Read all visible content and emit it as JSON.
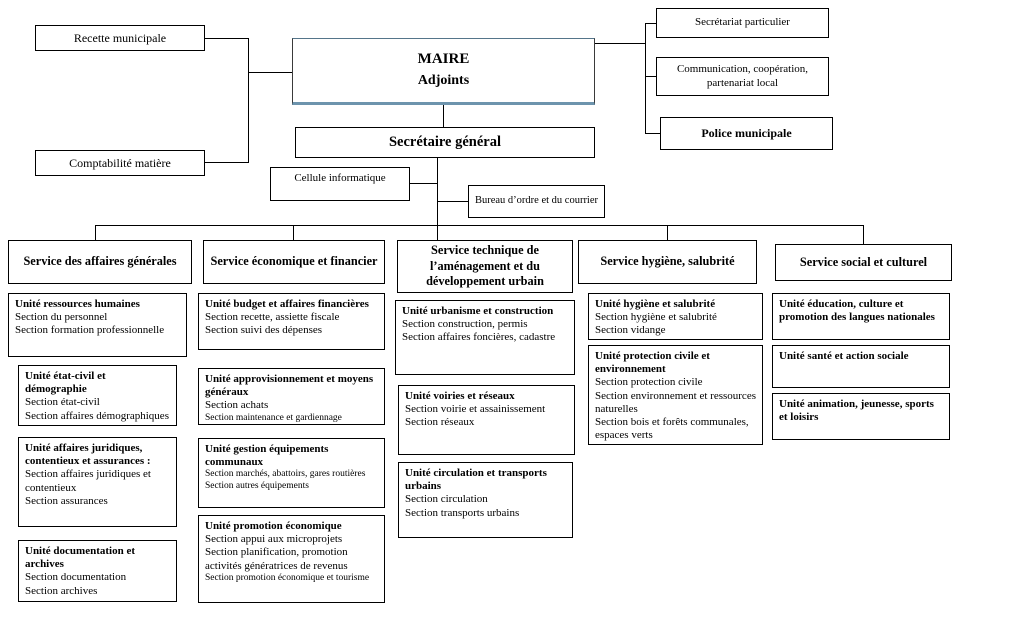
{
  "org": {
    "maire": {
      "title": "MAIRE",
      "subtitle": "Adjoints"
    },
    "left_boxes": {
      "recette": "Recette municipale",
      "comptabilite": "Comptabilité matière"
    },
    "right_boxes": {
      "secretariat": "Secrétariat particulier",
      "communication": "Communication, coopération, partenariat local",
      "police": "Police municipale"
    },
    "secretaire_general": "Secrétaire général",
    "staff_boxes": {
      "cellule": "Cellule informatique",
      "bureau": "Bureau d’ordre et du courrier"
    },
    "services": [
      {
        "title": "Service des affaires générales",
        "units": [
          {
            "title": "Unité ressources humaines",
            "sections": [
              "Section du personnel",
              "Section formation professionnelle"
            ]
          },
          {
            "title": "Unité état-civil et démographie",
            "sections": [
              "Section état-civil",
              "Section affaires démographiques"
            ]
          },
          {
            "title": "Unité affaires juridiques, contentieux et assurances :",
            "sections": [
              "Section affaires juridiques et contentieux",
              "Section assurances"
            ]
          },
          {
            "title": "Unité documentation et archives",
            "sections": [
              "Section documentation",
              "Section archives"
            ]
          }
        ]
      },
      {
        "title": "Service économique et financier",
        "units": [
          {
            "title": "Unité budget et affaires financières",
            "sections": [
              "Section recette, assiette fiscale",
              "Section suivi des dépenses"
            ]
          },
          {
            "title": "Unité approvisionnement et moyens généraux",
            "sections": [
              "Section achats",
              "Section maintenance et gardiennage"
            ]
          },
          {
            "title": "Unité gestion équipements communaux",
            "sections": [
              "Section marchés, abattoirs, gares routières",
              "Section autres équipements"
            ]
          },
          {
            "title": "Unité promotion économique",
            "sections": [
              "Section appui aux microprojets",
              "Section planification, promotion activités génératrices de revenus",
              "Section promotion économique et tourisme"
            ]
          }
        ]
      },
      {
        "title": "Service technique de l’aménagement et du développement urbain",
        "units": [
          {
            "title": "Unité urbanisme et construction",
            "sections": [
              "Section construction, permis",
              "Section affaires foncières, cadastre"
            ]
          },
          {
            "title": "Unité voiries et réseaux",
            "sections": [
              "Section voirie et assainissement",
              "Section réseaux"
            ]
          },
          {
            "title": "Unité circulation et transports urbains",
            "sections": [
              "Section circulation",
              "Section transports urbains"
            ]
          }
        ]
      },
      {
        "title": "Service hygiène, salubrité",
        "units": [
          {
            "title": "Unité hygiène et salubrité",
            "sections": [
              "Section hygiène et salubrité",
              "Section vidange"
            ]
          },
          {
            "title": "Unité protection civile et environnement",
            "sections": [
              "Section protection civile",
              "Section environnement et ressources naturelles",
              "Section bois et forêts communales, espaces verts"
            ]
          }
        ]
      },
      {
        "title": "Service social et culturel",
        "units": [
          {
            "title": "Unité éducation, culture et promotion des langues nationales",
            "sections": []
          },
          {
            "title": "Unité santé et action sociale",
            "sections": []
          },
          {
            "title": "Unité animation, jeunesse, sports et loisirs",
            "sections": []
          }
        ]
      }
    ]
  },
  "colors": {
    "line": "#000000",
    "maire_accent": "#6d94ad"
  }
}
